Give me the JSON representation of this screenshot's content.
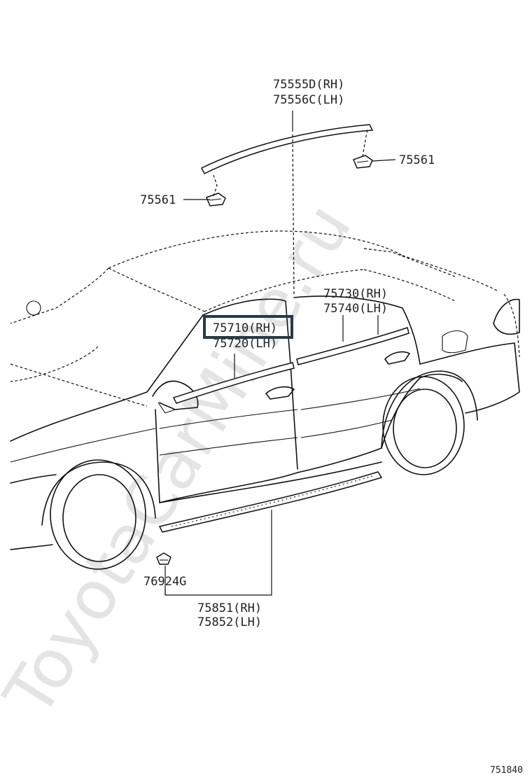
{
  "watermark": "ToyotaCarMine.ru",
  "diagram_code": "751840",
  "labels": {
    "roof_molding_rh": "75555D(RH)",
    "roof_molding_lh": "75556C(LH)",
    "clip_right": "75561",
    "clip_left": "75561",
    "rear_belt_rh": "75730(RH)",
    "rear_belt_lh": "75740(LH)",
    "front_belt_rh": "75710(RH)",
    "front_belt_lh": "75720(LH)",
    "rocker_clip": "76924G",
    "rocker_rh": "75851(RH)",
    "rocker_lh": "75852(LH)"
  },
  "highlight_color": "#243a4a"
}
